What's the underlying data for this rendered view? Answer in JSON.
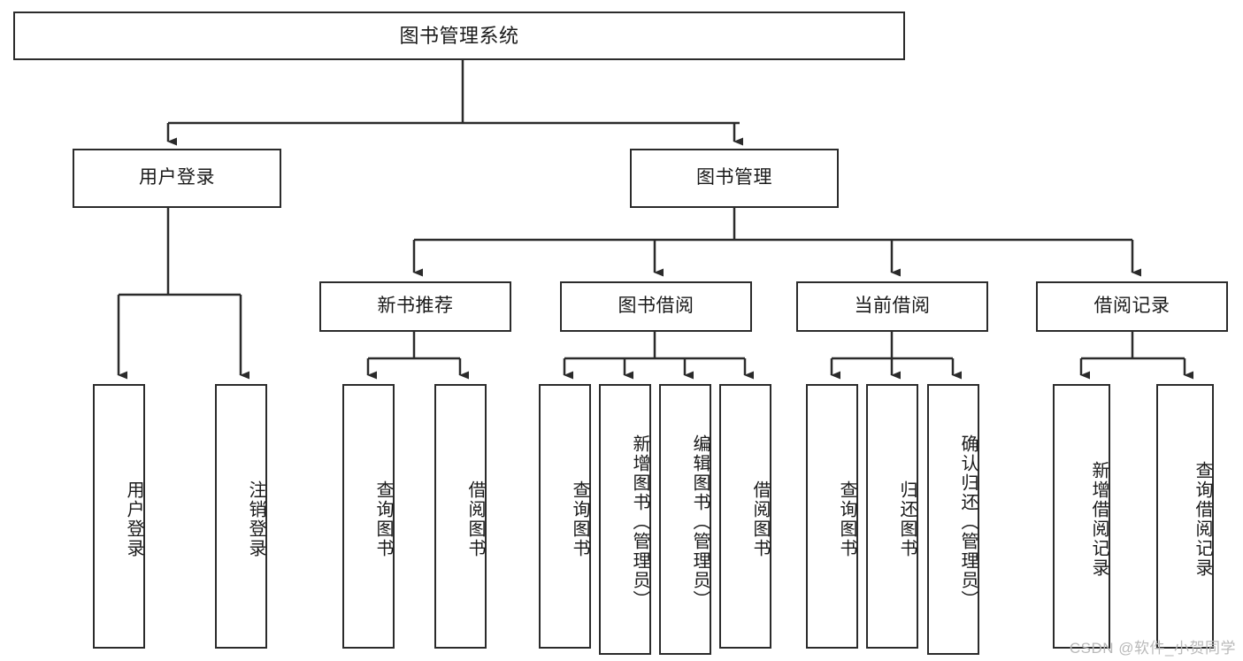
{
  "diagram": {
    "type": "tree",
    "title": "图书管理系统",
    "watermark": "CSDN @软件_小贺同学",
    "colors": {
      "box_border": "#2b2b2b",
      "box_fill": "#ffffff",
      "connector": "#2b2b2b",
      "text": "#1a1a1a",
      "watermark": "#b9b9b9"
    },
    "nodes": {
      "root": {
        "label": "图书管理系统",
        "level": 0,
        "orientation": "horizontal"
      },
      "l1_0": {
        "label": "用户登录",
        "level": 1,
        "orientation": "horizontal"
      },
      "l1_1": {
        "label": "图书管理",
        "level": 1,
        "orientation": "horizontal"
      },
      "l2_0": {
        "label": "新书推荐",
        "level": 2,
        "orientation": "horizontal"
      },
      "l2_1": {
        "label": "图书借阅",
        "level": 2,
        "orientation": "horizontal"
      },
      "l2_2": {
        "label": "当前借阅",
        "level": 2,
        "orientation": "horizontal"
      },
      "l2_3": {
        "label": "借阅记录",
        "level": 2,
        "orientation": "horizontal"
      },
      "leaf_0": {
        "label": "用户登录",
        "level": 3,
        "orientation": "vertical",
        "parent": "用户登录"
      },
      "leaf_1": {
        "label": "注销登录",
        "level": 3,
        "orientation": "vertical",
        "parent": "用户登录"
      },
      "leaf_2": {
        "label": "查询图书",
        "level": 3,
        "orientation": "vertical",
        "parent": "新书推荐"
      },
      "leaf_3": {
        "label": "借阅图书",
        "level": 3,
        "orientation": "vertical",
        "parent": "新书推荐"
      },
      "leaf_4": {
        "label": "查询图书",
        "level": 3,
        "orientation": "vertical",
        "parent": "图书借阅"
      },
      "leaf_5": {
        "label": "新增图书（管理员）",
        "level": 3,
        "orientation": "vertical",
        "parent": "图书借阅"
      },
      "leaf_6": {
        "label": "编辑图书（管理员）",
        "level": 3,
        "orientation": "vertical",
        "parent": "图书借阅"
      },
      "leaf_7": {
        "label": "借阅图书",
        "level": 3,
        "orientation": "vertical",
        "parent": "图书借阅"
      },
      "leaf_8": {
        "label": "查询图书",
        "level": 3,
        "orientation": "vertical",
        "parent": "当前借阅"
      },
      "leaf_9": {
        "label": "归还图书",
        "level": 3,
        "orientation": "vertical",
        "parent": "当前借阅"
      },
      "leaf_10": {
        "label": "确认归还（管理员）",
        "level": 3,
        "orientation": "vertical",
        "parent": "当前借阅"
      },
      "leaf_11": {
        "label": "新增借阅记录",
        "level": 3,
        "orientation": "vertical",
        "parent": "借阅记录"
      },
      "leaf_12": {
        "label": "查询借阅记录",
        "level": 3,
        "orientation": "vertical",
        "parent": "借阅记录"
      }
    }
  }
}
